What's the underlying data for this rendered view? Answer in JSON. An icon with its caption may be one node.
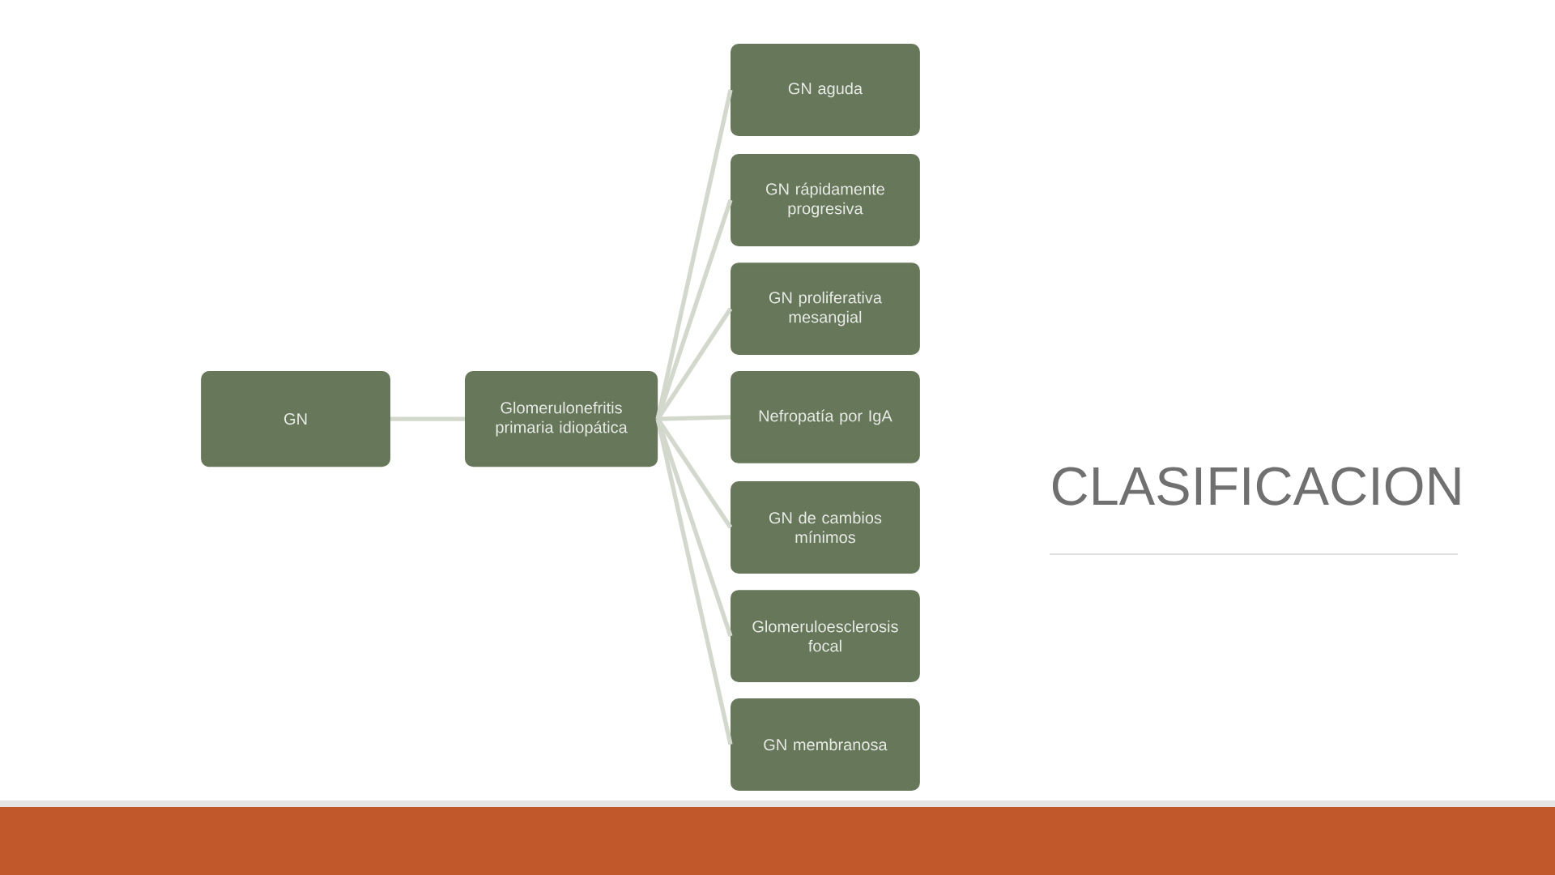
{
  "diagram": {
    "title": "CLASIFICACION",
    "nodes": [
      {
        "text": [
          "GN"
        ]
      },
      {
        "text": [
          "Glomerulonefritis primaria idiopática"
        ]
      },
      {
        "text": [
          "GN aguda"
        ]
      },
      {
        "text": [
          "GN rápidamente progresiva"
        ]
      },
      {
        "text": [
          "GN proliferativa mesangial"
        ]
      },
      {
        "text": [
          "Nefropatía por IgA"
        ]
      },
      {
        "text": [
          "GN de cambios mínimos"
        ]
      },
      {
        "text": [
          "Glomeruloesclerosis focal"
        ]
      },
      {
        "text": [
          "GN membranosa"
        ]
      }
    ],
    "edges": [
      {
        "from": 0,
        "to": 1,
        "arrow": "none"
      },
      {
        "from": 1,
        "to": 2,
        "arrow": "none"
      },
      {
        "from": 1,
        "to": 3,
        "arrow": "none"
      },
      {
        "from": 1,
        "to": 4,
        "arrow": "none"
      },
      {
        "from": 1,
        "to": 5,
        "arrow": "none"
      },
      {
        "from": 1,
        "to": 6,
        "arrow": "none"
      },
      {
        "from": 1,
        "to": 7,
        "arrow": "none"
      },
      {
        "from": 1,
        "to": 8,
        "arrow": "none"
      }
    ]
  }
}
